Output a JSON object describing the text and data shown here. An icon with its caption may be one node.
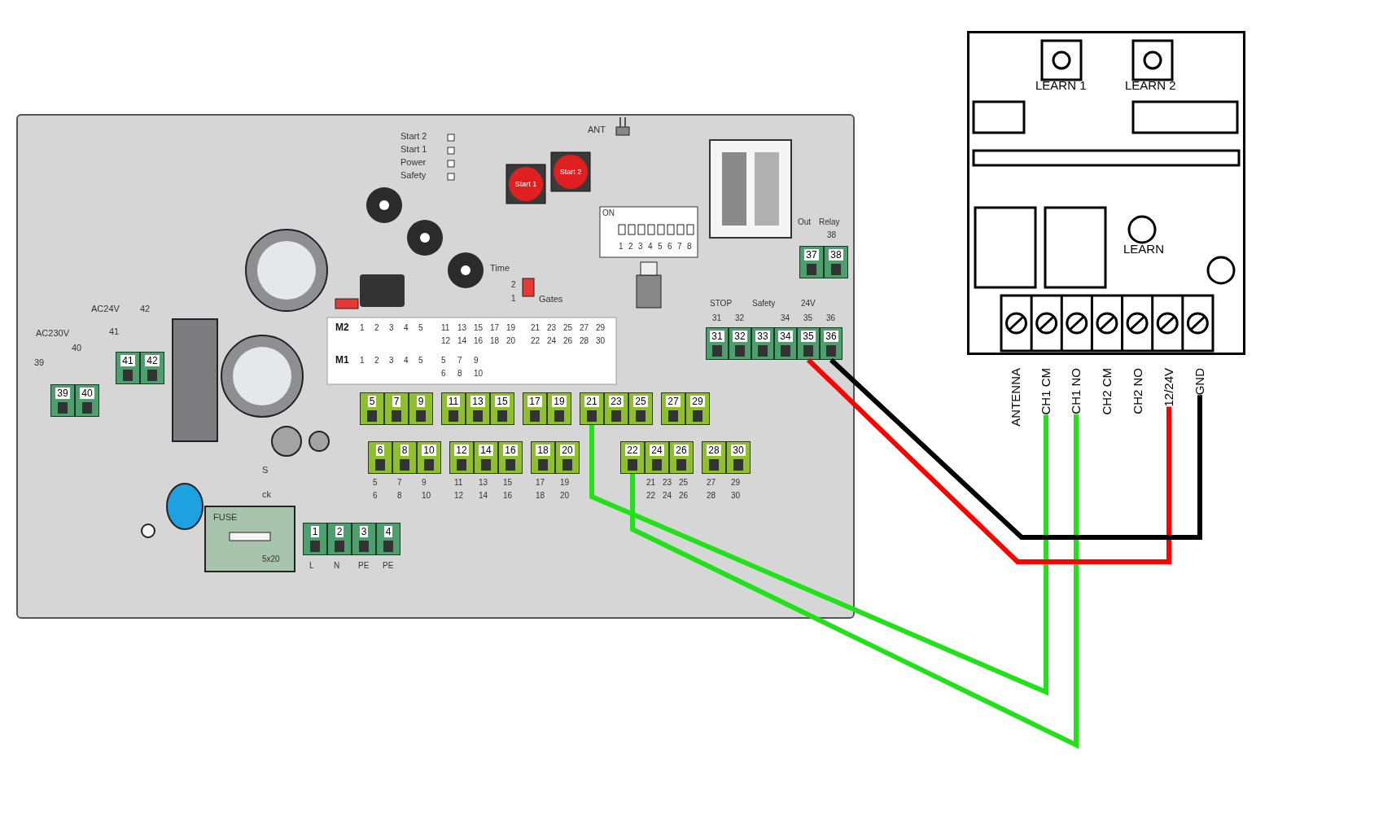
{
  "diagram": {
    "nodes": [
      {
        "text": [],
        "shape": "picture"
      },
      {
        "text": [
          "1"
        ],
        "in": 0
      },
      {
        "text": [
          "2"
        ],
        "in": 0
      },
      {
        "text": [
          "3"
        ],
        "in": 0
      },
      {
        "text": [
          "4"
        ],
        "in": 0
      },
      {
        "text": [
          "5"
        ],
        "in": 0
      },
      {
        "text": [
          "6"
        ],
        "in": 0
      },
      {
        "text": [
          "7"
        ],
        "in": 0
      },
      {
        "text": [
          "8"
        ],
        "in": 0
      },
      {
        "text": [
          "9"
        ],
        "in": 0
      },
      {
        "text": [
          "10"
        ],
        "in": 0
      },
      {
        "text": [
          "11"
        ],
        "in": 0
      },
      {
        "text": [
          "12"
        ],
        "in": 0
      },
      {
        "text": [
          "13"
        ],
        "in": 0
      },
      {
        "text": [
          "14"
        ],
        "in": 0
      },
      {
        "text": [
          "15"
        ],
        "in": 0
      },
      {
        "text": [
          "16"
        ],
        "in": 0
      },
      {
        "text": [
          "17"
        ],
        "in": 0
      },
      {
        "text": [
          "18"
        ],
        "in": 0
      },
      {
        "text": [
          "19"
        ],
        "in": 0
      },
      {
        "text": [
          "20"
        ],
        "in": 0
      },
      {
        "text": [
          "21"
        ],
        "in": 0
      },
      {
        "text": [
          "22"
        ],
        "in": 0
      },
      {
        "text": [
          "23"
        ],
        "in": 0
      },
      {
        "text": [
          "24"
        ],
        "in": 0
      },
      {
        "text": [
          "25"
        ],
        "in": 0
      },
      {
        "text": [
          "26"
        ],
        "in": 0
      },
      {
        "text": [
          "27"
        ],
        "in": 0
      },
      {
        "text": [
          "28"
        ],
        "in": 0
      },
      {
        "text": [
          "29"
        ],
        "in": 0
      },
      {
        "text": [
          "30"
        ],
        "in": 0
      },
      {
        "text": [
          "31"
        ],
        "in": 0
      },
      {
        "text": [
          "32"
        ],
        "in": 0
      },
      {
        "text": [
          "33"
        ],
        "in": 0
      },
      {
        "text": [
          "34"
        ],
        "in": 0
      },
      {
        "text": [
          "35"
        ],
        "in": 0
      },
      {
        "text": [
          "36"
        ],
        "in": 0
      },
      {
        "text": [
          "37"
        ],
        "in": 0
      },
      {
        "text": [
          "38"
        ],
        "in": 0
      },
      {
        "text": [
          "39"
        ],
        "in": 0
      },
      {
        "text": [
          "40"
        ],
        "in": 0
      },
      {
        "text": [
          "41"
        ],
        "in": 0
      },
      {
        "text": [
          "42"
        ],
        "in": 0
      },
      {
        "text": [],
        "shape": "box"
      },
      {
        "text": [
          "ANTENNA"
        ]
      },
      {
        "text": [
          "CH1 CM"
        ]
      },
      {
        "text": [
          "CH1 NO"
        ]
      },
      {
        "text": [
          "CH2 CM"
        ]
      },
      {
        "text": [
          "CH2 NO"
        ]
      },
      {
        "text": [
          "12/24V"
        ]
      },
      {
        "text": [
          "GND"
        ]
      }
    ],
    "edges": [
      {
        "from": 21,
        "to": 45,
        "arrow": "none",
        "color": "#22e01a"
      },
      {
        "from": 22,
        "to": 46,
        "arrow": "none",
        "color": "#22e01a"
      },
      {
        "from": 35,
        "to": 49,
        "arrow": "none",
        "color": "#ff0000"
      },
      {
        "from": 36,
        "to": 50,
        "arrow": "none",
        "color": "#000000"
      }
    ],
    "labels": [
      "AC230V",
      "AC24V",
      "42",
      "41",
      "40",
      "39",
      "ANT",
      "Start 2",
      "Start 1",
      "Power",
      "Safety",
      "Start 1",
      "Start 2",
      "ON",
      "1",
      "2",
      "3",
      "4",
      "5",
      "6",
      "7",
      "8",
      "Time",
      "2",
      "1",
      "Gates",
      "M2",
      "1",
      "2",
      "3",
      "4",
      "5",
      "11",
      "13",
      "15",
      "17",
      "19",
      "12",
      "14",
      "16",
      "18",
      "20",
      "21",
      "23",
      "25",
      "27",
      "29",
      "22",
      "24",
      "26",
      "28",
      "30",
      "M1",
      "1",
      "2",
      "3",
      "4",
      "5",
      "5",
      "7",
      "9",
      "6",
      "8",
      "10",
      "S",
      "ck",
      "FUSE",
      "5x20",
      "L",
      "N",
      "PE",
      "PE",
      "5",
      "7",
      "9",
      "6",
      "8",
      "10",
      "11",
      "13",
      "15",
      "12",
      "14",
      "16",
      "17",
      "19",
      "18",
      "20",
      "21",
      "23",
      "25",
      "22",
      "24",
      "26",
      "27",
      "29",
      "28",
      "30",
      "STOP",
      "Safety",
      "24V",
      "31",
      "32",
      "34",
      "35",
      "36",
      "Out",
      "Relay",
      "38",
      "LEARN 1",
      "LEARN 2",
      "LEARN"
    ]
  }
}
